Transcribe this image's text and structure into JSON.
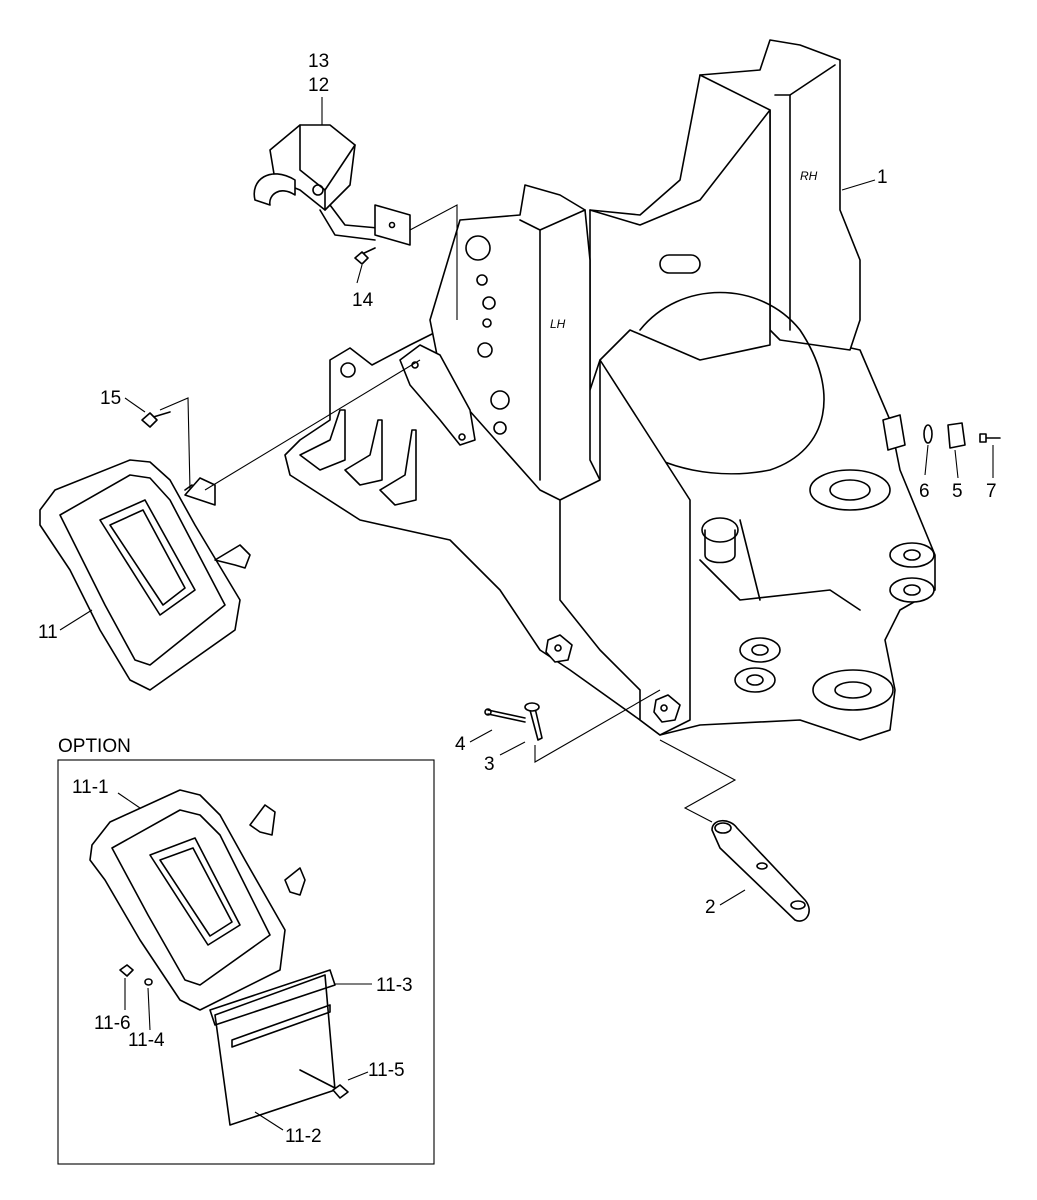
{
  "labels": {
    "p1": "1",
    "p2": "2",
    "p3": "3",
    "p4": "4",
    "p5": "5",
    "p6": "6",
    "p7": "7",
    "p11": "11",
    "p12": "12",
    "p13": "13",
    "p14": "14",
    "p15": "15",
    "p11_1": "11-1",
    "p11_2": "11-2",
    "p11_3": "11-3",
    "p11_4": "11-4",
    "p11_5": "11-5",
    "p11_6": "11-6"
  },
  "option_title": "OPTION",
  "side_marks": {
    "rh": "RH",
    "lh": "LH"
  }
}
